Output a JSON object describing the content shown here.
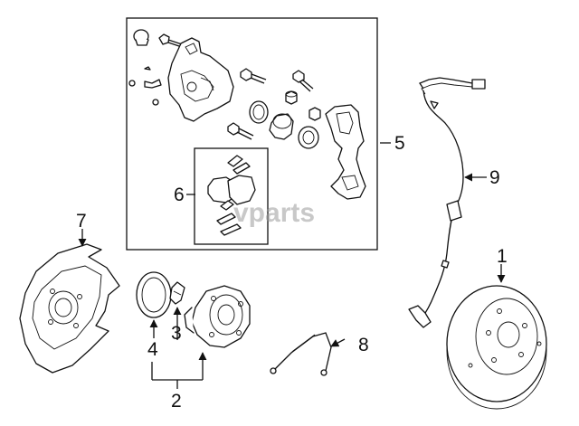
{
  "watermark": "vparts",
  "callouts": {
    "c1": "1",
    "c2": "2",
    "c3": "3",
    "c4": "4",
    "c5": "5",
    "c6": "6",
    "c7": "7",
    "c8": "8",
    "c9": "9"
  },
  "colors": {
    "line": "#111111",
    "box": "#111111",
    "watermark": "#9a9a9a"
  }
}
